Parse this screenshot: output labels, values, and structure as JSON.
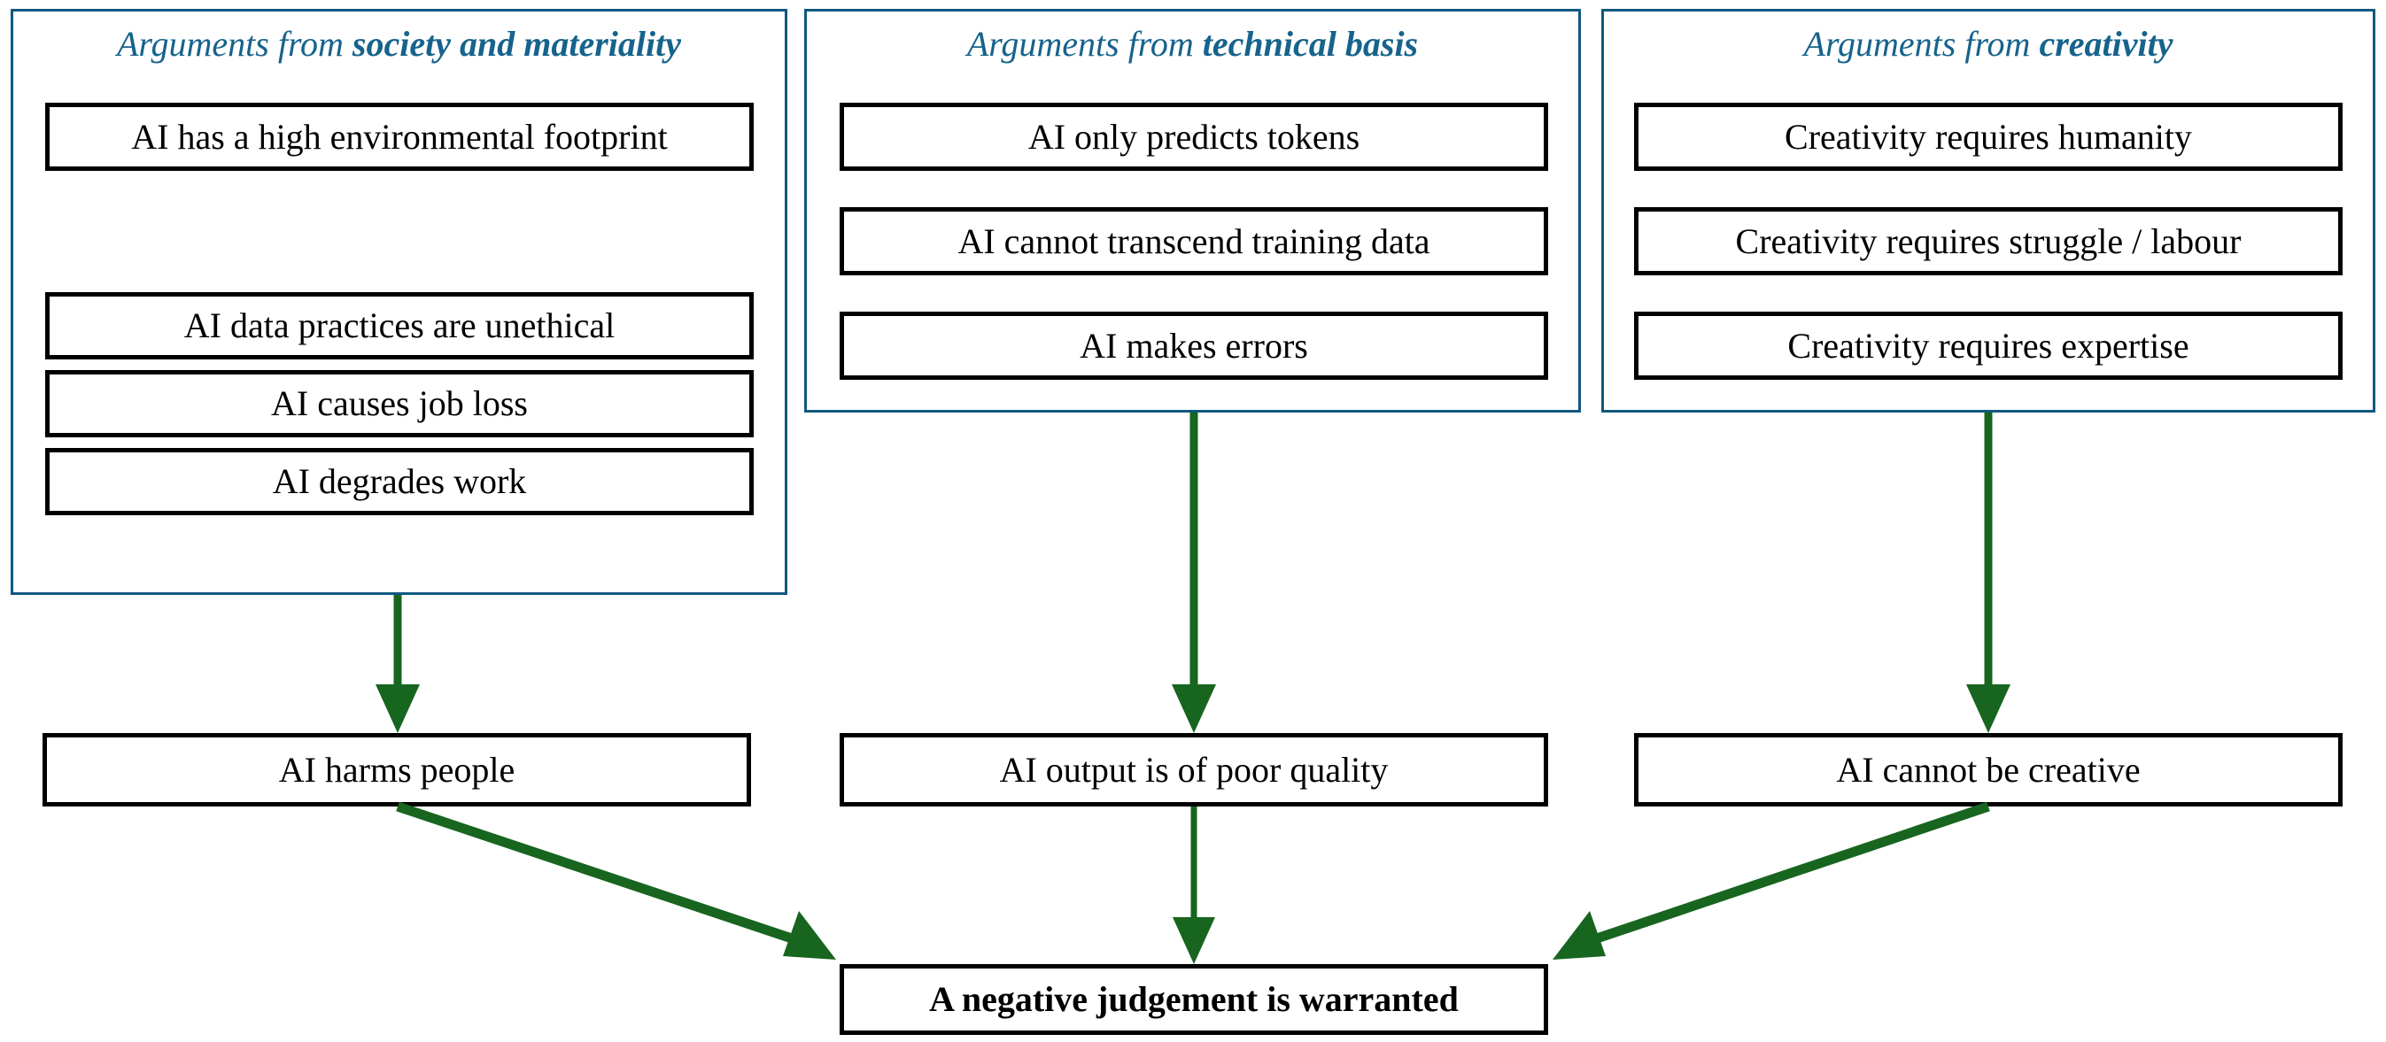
{
  "diagram": {
    "title_prefix": "Arguments from",
    "accent_color": "#16638c",
    "panel_border_color": "#10587f",
    "arrow_color": "#17651f",
    "box_border_color": "#000000",
    "groups": [
      {
        "id": "society-and-materiality",
        "title_prefix": "Arguments from ",
        "title_emphasis": "society and materiality",
        "claims": [
          "AI has a high environmental footprint",
          "AI data practices are unethical",
          "AI causes job loss",
          "AI degrades work"
        ],
        "conclusion": "AI harms people"
      },
      {
        "id": "technical-basis",
        "title_prefix": "Arguments from ",
        "title_emphasis": "technical basis",
        "claims": [
          "AI only predicts tokens",
          "AI cannot transcend training data",
          "AI makes errors"
        ],
        "conclusion": "AI output is of poor quality"
      },
      {
        "id": "creativity",
        "title_prefix": "Arguments from ",
        "title_emphasis": "creativity",
        "claims": [
          "Creativity requires humanity",
          "Creativity requires struggle / labour",
          "Creativity requires expertise"
        ],
        "conclusion": "AI cannot be creative"
      }
    ],
    "final_conclusion": "A negative judgement is warranted",
    "arrows": [
      {
        "name": "society-to-harms",
        "from": "group-society-and-materiality",
        "to": "conclusion-ai-harms-people",
        "style": "vertical"
      },
      {
        "name": "technical-to-quality",
        "from": "group-technical-basis",
        "to": "conclusion-ai-output-poor-quality",
        "style": "vertical"
      },
      {
        "name": "creativity-to-cannot-be-creative",
        "from": "group-creativity",
        "to": "conclusion-ai-cannot-be-creative",
        "style": "vertical"
      },
      {
        "name": "harms-to-final",
        "from": "conclusion-ai-harms-people",
        "to": "final-conclusion",
        "style": "diagonal-right-down"
      },
      {
        "name": "quality-to-final",
        "from": "conclusion-ai-output-poor-quality",
        "to": "final-conclusion",
        "style": "vertical"
      },
      {
        "name": "creative-to-final",
        "from": "conclusion-ai-cannot-be-creative",
        "to": "final-conclusion",
        "style": "diagonal-left-down"
      }
    ]
  }
}
